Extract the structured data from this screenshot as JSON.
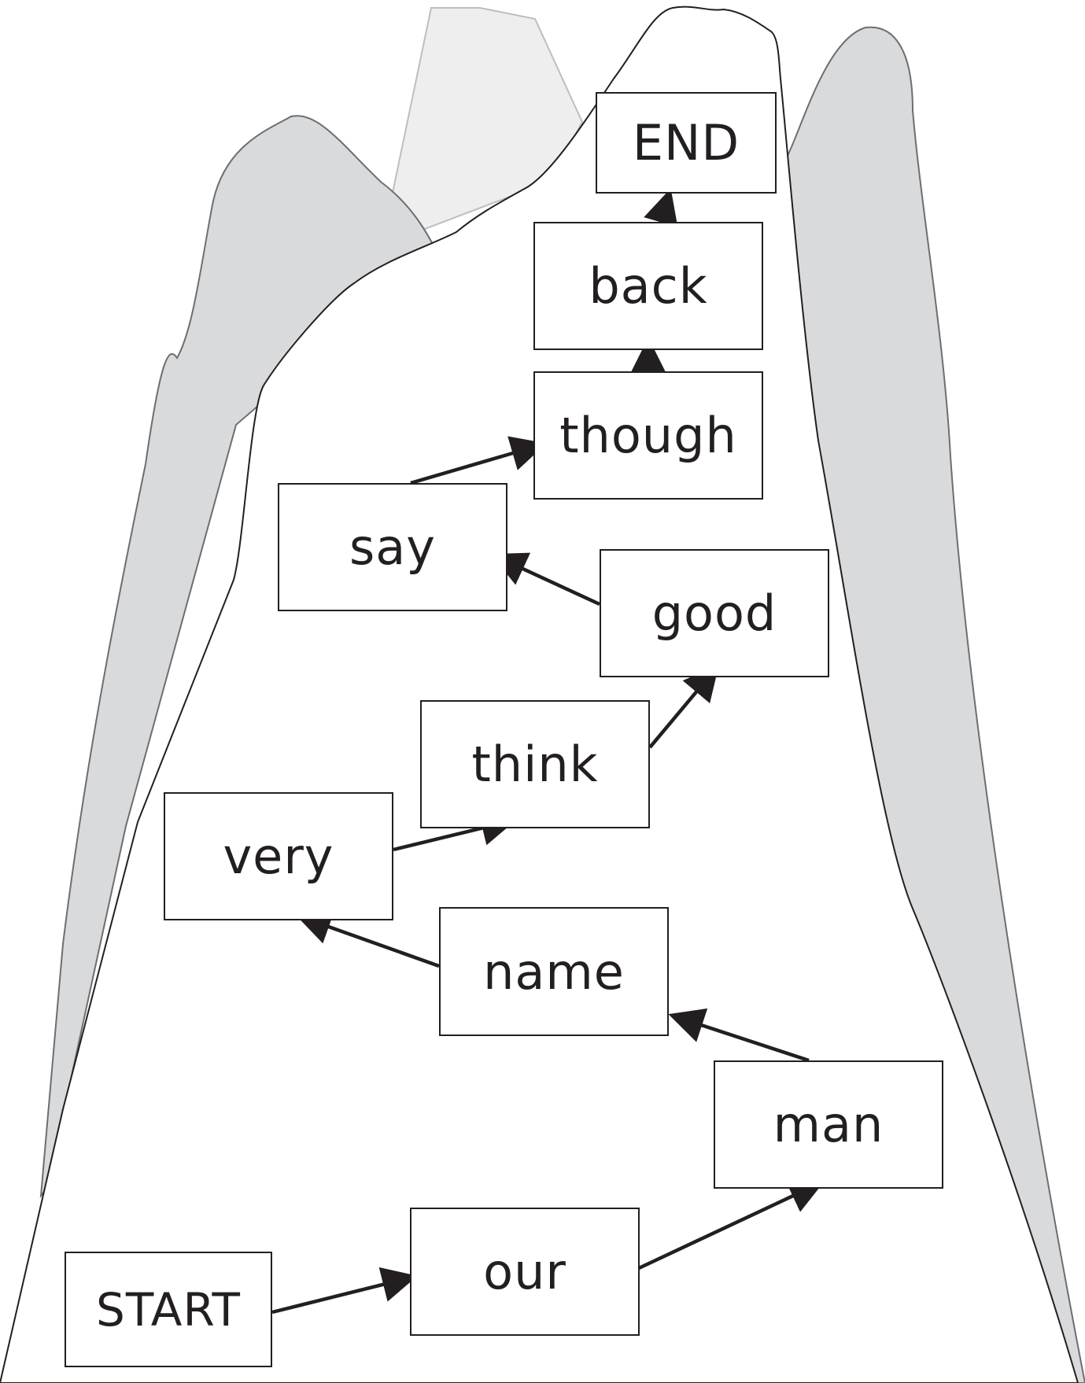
{
  "diagram": {
    "nodes": [
      {
        "id": "end",
        "label": "END"
      },
      {
        "id": "back",
        "label": "back"
      },
      {
        "id": "though",
        "label": "though"
      },
      {
        "id": "say",
        "label": "say"
      },
      {
        "id": "good",
        "label": "good"
      },
      {
        "id": "think",
        "label": "think"
      },
      {
        "id": "very",
        "label": "very"
      },
      {
        "id": "name",
        "label": "name"
      },
      {
        "id": "man",
        "label": "man"
      },
      {
        "id": "our",
        "label": "our"
      },
      {
        "id": "start",
        "label": "START"
      }
    ],
    "edges": [
      {
        "from": "start",
        "to": "our"
      },
      {
        "from": "our",
        "to": "man"
      },
      {
        "from": "man",
        "to": "name"
      },
      {
        "from": "name",
        "to": "very"
      },
      {
        "from": "very",
        "to": "think"
      },
      {
        "from": "think",
        "to": "good"
      },
      {
        "from": "good",
        "to": "say"
      },
      {
        "from": "say",
        "to": "though"
      },
      {
        "from": "though",
        "to": "back"
      },
      {
        "from": "back",
        "to": "end"
      }
    ],
    "colors": {
      "line": "#231f20",
      "mountain_dark": "#d9dadc",
      "mountain_light": "#eeeeee",
      "mountain_edge": "#6d6e71"
    }
  }
}
